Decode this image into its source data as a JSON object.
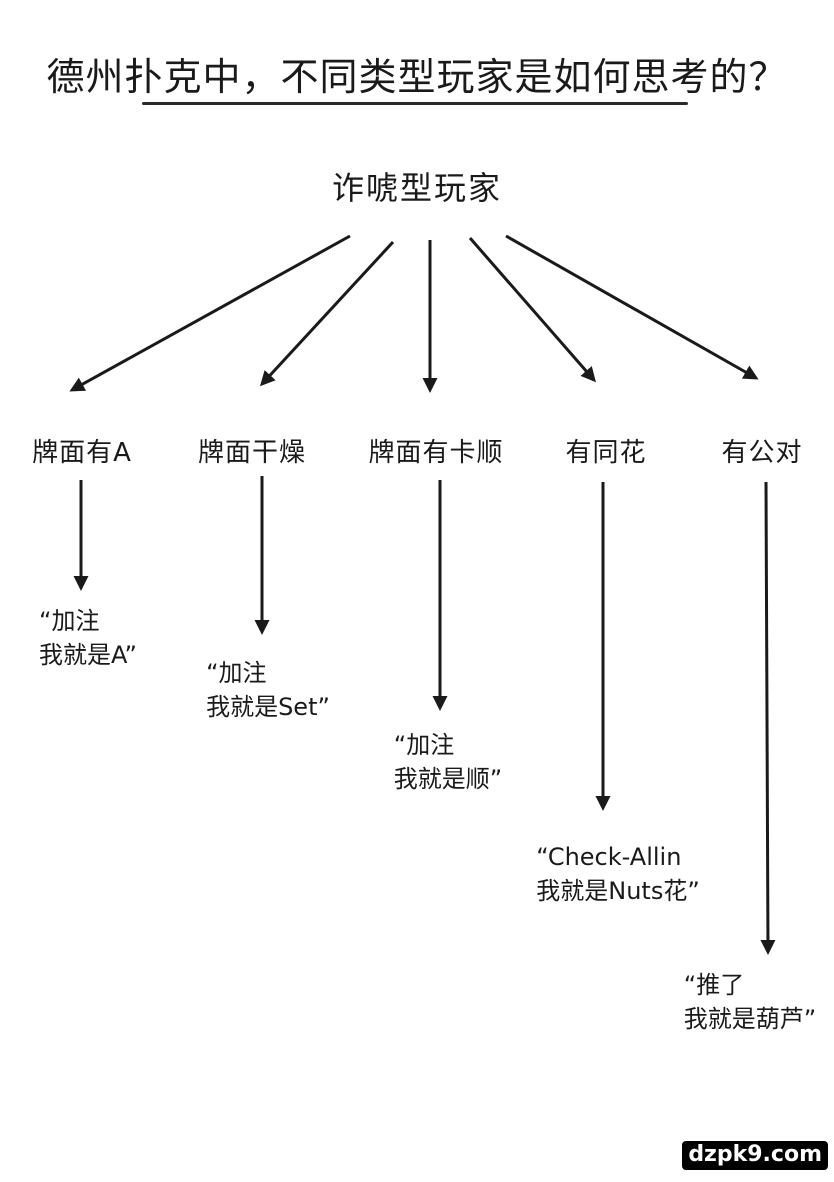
{
  "title": "德州扑克中，不同类型玩家是如何思考的？",
  "root": "诈唬型玩家",
  "branches": [
    {
      "condition": "牌面有A",
      "quote_line1": "“加注",
      "quote_line2": "我就是A”"
    },
    {
      "condition": "牌面干燥",
      "quote_line1": "“加注",
      "quote_line2": "我就是Set”"
    },
    {
      "condition": "牌面有卡顺",
      "quote_line1": "“加注",
      "quote_line2": "我就是顺”"
    },
    {
      "condition": "有同花",
      "quote_line1": "“Check-Allin",
      "quote_line2": "我就是Nuts花”"
    },
    {
      "condition": "有公对",
      "quote_line1": "“推了",
      "quote_line2": "我就是葫芦”"
    }
  ],
  "watermark": "dzpk9.com",
  "colors": {
    "ink": "#1a1a1a",
    "background": "#ffffff",
    "watermark_bg": "#000000"
  }
}
